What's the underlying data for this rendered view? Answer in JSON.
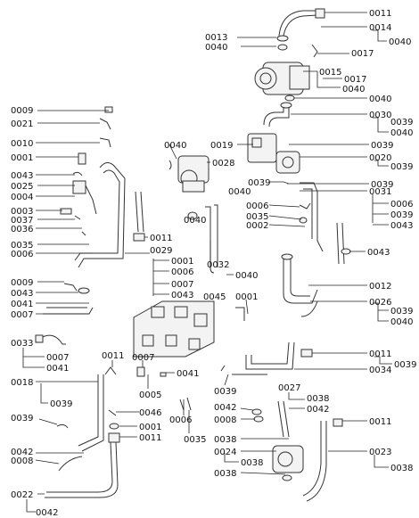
{
  "diagram": {
    "labels": {
      "l0011a": "0011",
      "l0014": "0014",
      "l0040a": "0040",
      "l0013": "0013",
      "l0040b": "0040",
      "l0017a": "0017",
      "l0015": "0015",
      "l0017b": "0017",
      "l0040c": "0040",
      "l0040d": "0040",
      "l0030": "0030",
      "l0039a": "0039",
      "l0040e": "0040",
      "l0019": "0019",
      "l0039b": "0039",
      "l0020": "0020",
      "l0039c": "0039",
      "l0040f": "0040",
      "l0028": "0028",
      "l0039d": "0039",
      "l0040g": "0040",
      "l0039e": "0039",
      "l0031": "0031",
      "l0006a": "0006",
      "l0035a": "0035",
      "l0002": "0002",
      "l0006b": "0006",
      "l0039f": "0039",
      "l0043a": "0043",
      "l0040h": "0040",
      "l0043b": "0043",
      "l0009a": "0009",
      "l0021": "0021",
      "l0010": "0010",
      "l0001a": "0001",
      "l0043c": "0043",
      "l0025": "0025",
      "l0004": "0004",
      "l0003": "0003",
      "l0037": "0037",
      "l0036": "0036",
      "l0035b": "0035",
      "l0006c": "0006",
      "l0011b": "0011",
      "l0029": "0029",
      "l0001b": "0001",
      "l0006d": "0006",
      "l0007a": "0007",
      "l0043d": "0043",
      "l0032": "0032",
      "l0040i": "0040",
      "l0009b": "0009",
      "l0043e": "0043",
      "l0041a": "0041",
      "l0007b": "0007",
      "l0045": "0045",
      "l0001c": "0001",
      "l0012": "0012",
      "l0026": "0026",
      "l0039g": "0039",
      "l0040j": "0040",
      "l0033": "0033",
      "l0007c": "0007",
      "l0041b": "0041",
      "l0011c": "0011",
      "l0007d": "0007",
      "l0041c": "0041",
      "l0005": "0005",
      "l0018": "0018",
      "l0039h": "0039",
      "l0046": "0046",
      "l0001d": "0001",
      "l0011d": "0011",
      "l0006e": "0006",
      "l0035c": "0035",
      "l0039i": "0039",
      "l0011e": "0011",
      "l0039j": "0039",
      "l0034": "0034",
      "l0027": "0027",
      "l0038a": "0038",
      "l0042a": "0042",
      "l0042b": "0042",
      "l0008a": "0008",
      "l0011f": "0011",
      "l0038b": "0038",
      "l0024": "0024",
      "l0038c": "0038",
      "l0023": "0023",
      "l0038d": "0038",
      "l0038e": "0038",
      "l0042c": "0042",
      "l0008b": "0008",
      "l0022": "0022",
      "l0042d": "0042"
    }
  }
}
